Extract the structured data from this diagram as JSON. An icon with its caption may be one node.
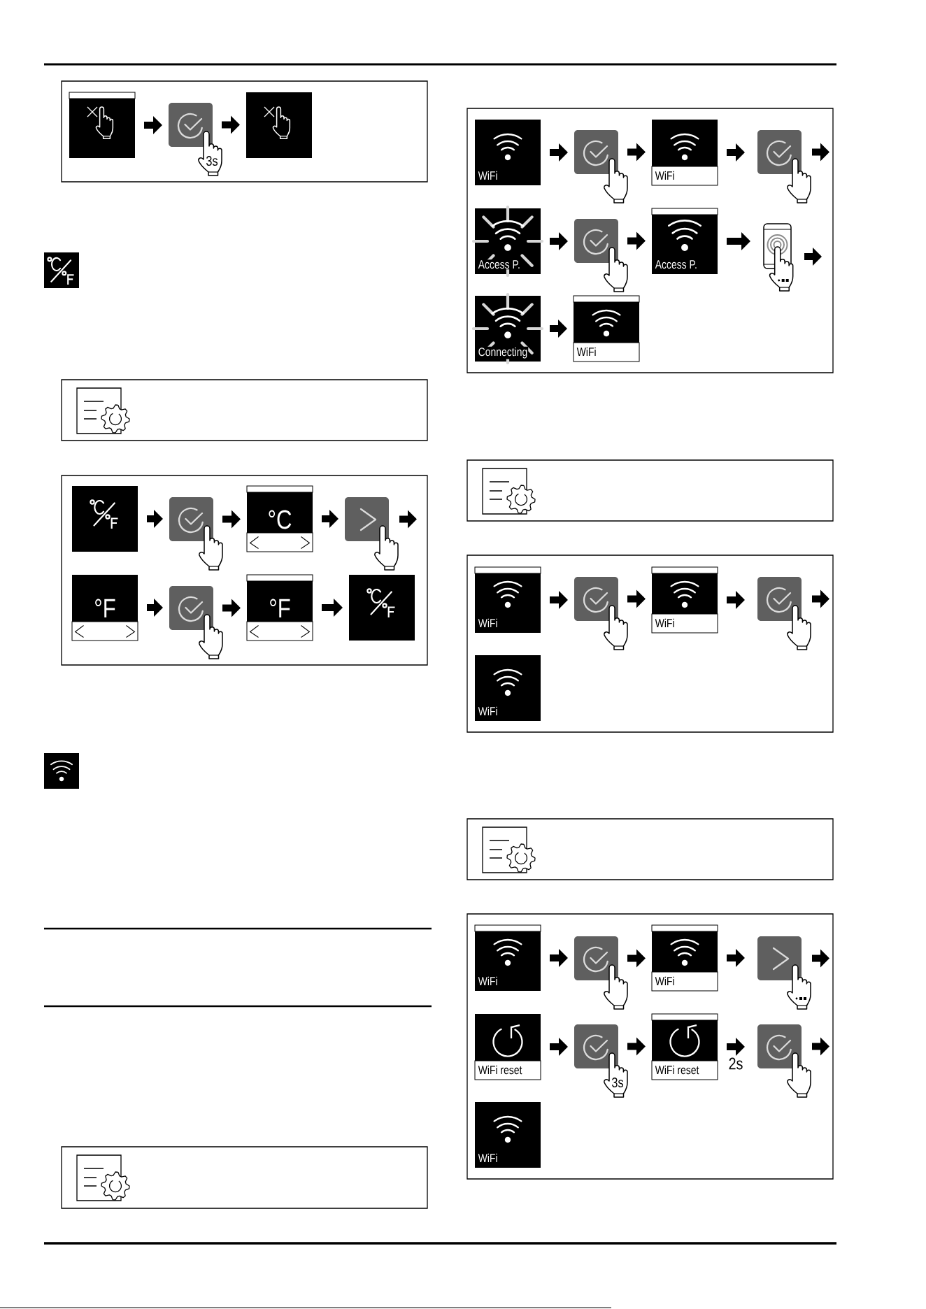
{
  "diagram": {
    "nodes": [
      {
        "text": [],
        "shape": "box"
      },
      {
        "text": [],
        "shape": "picture",
        "in": 0
      },
      {
        "text": [],
        "shape": "button",
        "in": 0,
        "beside": [
          "3s"
        ]
      },
      {
        "text": [],
        "shape": "picture",
        "in": 0
      },
      {
        "text": [],
        "shape": "box"
      },
      {
        "text": [],
        "shape": "picture",
        "in": 4
      },
      {
        "text": [],
        "shape": "button",
        "in": 4
      },
      {
        "text": [
          "°C"
        ],
        "in": 4
      },
      {
        "text": [],
        "shape": "button",
        "in": 4
      },
      {
        "text": [
          "°F"
        ],
        "in": 4
      },
      {
        "text": [],
        "shape": "button",
        "in": 4
      },
      {
        "text": [
          "°F"
        ],
        "in": 4
      },
      {
        "text": [],
        "shape": "picture",
        "in": 4
      },
      {
        "text": [],
        "shape": "box"
      },
      {
        "text": [
          "WiFi"
        ],
        "in": 13
      },
      {
        "text": [],
        "shape": "button",
        "in": 13
      },
      {
        "text": [
          "WiFi"
        ],
        "in": 13
      },
      {
        "text": [],
        "shape": "button",
        "in": 13
      },
      {
        "text": [
          "Access P."
        ],
        "in": 13
      },
      {
        "text": [],
        "shape": "button",
        "in": 13
      },
      {
        "text": [
          "Access P."
        ],
        "in": 13
      },
      {
        "text": [],
        "shape": "picture",
        "in": 13
      },
      {
        "text": [
          "Connecting"
        ],
        "in": 13
      },
      {
        "text": [
          "WiFi"
        ],
        "in": 13
      },
      {
        "text": [],
        "shape": "box"
      },
      {
        "text": [
          "WiFi"
        ],
        "in": 24
      },
      {
        "text": [],
        "shape": "button",
        "in": 24
      },
      {
        "text": [
          "WiFi"
        ],
        "in": 24
      },
      {
        "text": [],
        "shape": "button",
        "in": 24
      },
      {
        "text": [
          "WiFi"
        ],
        "in": 24
      },
      {
        "text": [],
        "shape": "box"
      },
      {
        "text": [
          "WiFi"
        ],
        "in": 30
      },
      {
        "text": [],
        "shape": "button",
        "in": 30
      },
      {
        "text": [
          "WiFi"
        ],
        "in": 30
      },
      {
        "text": [],
        "shape": "button",
        "in": 30
      },
      {
        "text": [
          "WiFi reset"
        ],
        "in": 30
      },
      {
        "text": [],
        "shape": "button",
        "in": 30,
        "beside": [
          "3s"
        ]
      },
      {
        "text": [
          "WiFi reset"
        ],
        "in": 30
      },
      {
        "text": [],
        "shape": "button",
        "in": 30
      },
      {
        "text": [
          "WiFi"
        ],
        "in": 30
      }
    ],
    "edges": [
      {
        "from": 1,
        "to": 2,
        "arrow": "to"
      },
      {
        "from": 2,
        "to": 3,
        "arrow": "to"
      },
      {
        "from": 5,
        "to": 6,
        "arrow": "to"
      },
      {
        "from": 6,
        "to": 7,
        "arrow": "to"
      },
      {
        "from": 7,
        "to": 8,
        "arrow": "to"
      },
      {
        "from": 8,
        "to": null,
        "arrow": "to"
      },
      {
        "from": 9,
        "to": 10,
        "arrow": "to"
      },
      {
        "from": 10,
        "to": 11,
        "arrow": "to"
      },
      {
        "from": 11,
        "to": 12,
        "arrow": "to"
      },
      {
        "from": 14,
        "to": 15,
        "arrow": "to"
      },
      {
        "from": 15,
        "to": 16,
        "arrow": "to"
      },
      {
        "from": 16,
        "to": 17,
        "arrow": "to"
      },
      {
        "from": 17,
        "to": null,
        "arrow": "to"
      },
      {
        "from": 18,
        "to": 19,
        "arrow": "to"
      },
      {
        "from": 19,
        "to": 20,
        "arrow": "to"
      },
      {
        "from": 20,
        "to": 21,
        "arrow": "to"
      },
      {
        "from": 21,
        "to": null,
        "arrow": "to"
      },
      {
        "from": 22,
        "to": 23,
        "arrow": "to"
      },
      {
        "from": 25,
        "to": 26,
        "arrow": "to"
      },
      {
        "from": 26,
        "to": 27,
        "arrow": "to"
      },
      {
        "from": 27,
        "to": 28,
        "arrow": "to"
      },
      {
        "from": 28,
        "to": null,
        "arrow": "to"
      },
      {
        "from": 31,
        "to": 32,
        "arrow": "to"
      },
      {
        "from": 32,
        "to": 33,
        "arrow": "to"
      },
      {
        "from": 33,
        "to": 34,
        "arrow": "to"
      },
      {
        "from": 34,
        "to": null,
        "arrow": "to"
      },
      {
        "from": 35,
        "to": 36,
        "arrow": "to"
      },
      {
        "from": 36,
        "to": 37,
        "arrow": "to"
      },
      {
        "from": 37,
        "to": 38,
        "arrow": "to",
        "label": "2s"
      },
      {
        "from": 38,
        "to": null,
        "arrow": "to"
      }
    ]
  }
}
